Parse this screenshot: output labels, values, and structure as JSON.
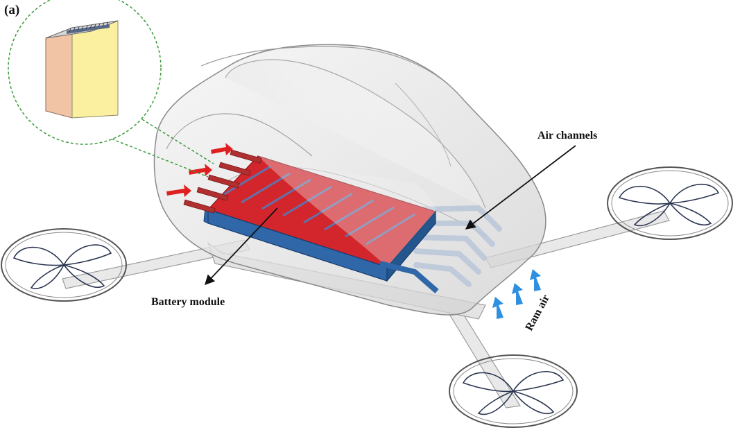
{
  "figure": {
    "panel_label": "(a)",
    "labels": {
      "air_channels": "Air channels",
      "battery_module": "Battery module",
      "ram_air": "Ram air"
    }
  },
  "colors": {
    "battery_red": "#d3262c",
    "battery_blue": "#2f67a8",
    "hot_arrow": "#e02020",
    "ram_air_arrow": "#2f8fe0",
    "zoom_outline": "#3a9a3a",
    "cell_yellow": "#fbf0a0",
    "cell_peach": "#f2c4a6",
    "shell_gray": "#c9c9c9"
  },
  "icons": {
    "inset": "battery-cell-icon",
    "rotor": "rotor-icon",
    "hot_air": "red-arrow-icon",
    "ram_air": "blue-arrow-icon"
  }
}
